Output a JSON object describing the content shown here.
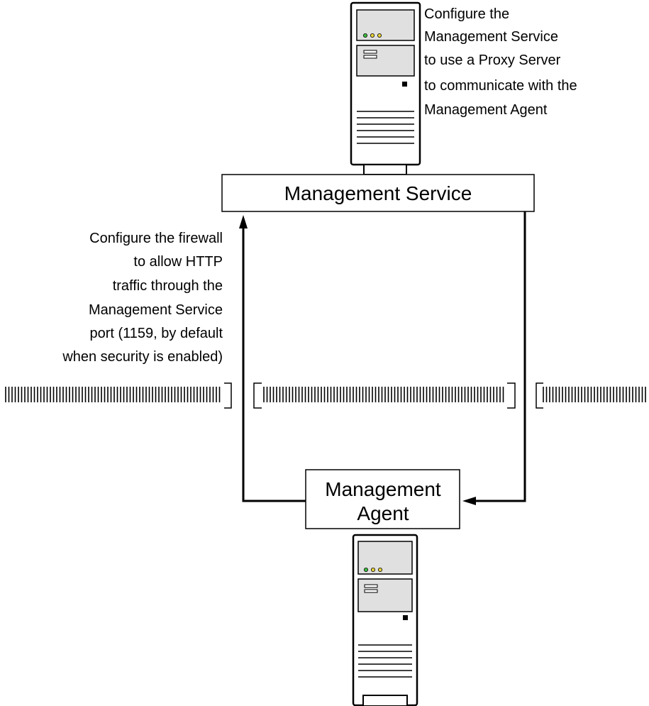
{
  "boxes": {
    "management_service": "Management Service",
    "management_agent_line1": "Management",
    "management_agent_line2": "Agent"
  },
  "notes": {
    "proxy": [
      "Configure the",
      "Management Service",
      "to use a Proxy Server",
      "to communicate with the",
      "Management Agent"
    ],
    "firewall": [
      "Configure the firewall",
      "to allow HTTP",
      "traffic through the",
      "Management Service",
      "port (1159, by default",
      "when security is enabled)"
    ]
  },
  "colors": {
    "line": "#000000",
    "server_body": "#ffffff",
    "server_panel": "#e0e0e0",
    "led_green": "#3fbf3f",
    "led_yellow": "#e8d23a"
  },
  "icons": {
    "top_server": "server-tower-icon",
    "bottom_server": "server-tower-icon",
    "firewall": "firewall-dashed-line"
  }
}
